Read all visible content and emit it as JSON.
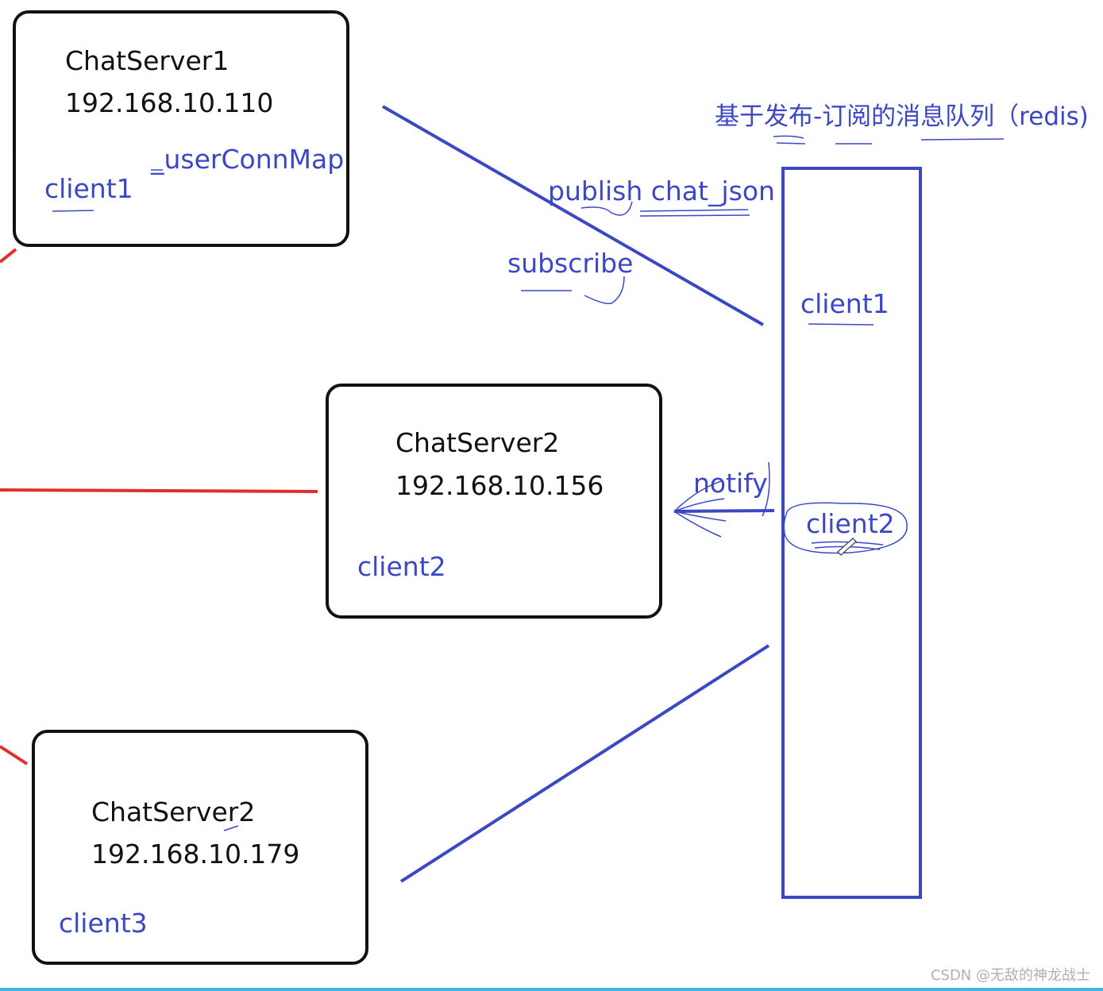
{
  "servers": [
    {
      "name": "ChatServer1",
      "ip": "192.168.10.110",
      "client": "client1",
      "map_label": "_userConnMap"
    },
    {
      "name": "ChatServer2",
      "ip": "192.168.10.156",
      "client": "client2"
    },
    {
      "name": "ChatServer2",
      "ip": "192.168.10.179",
      "client": "client3"
    }
  ],
  "queue": {
    "title": "基于发布-订阅的消息队列（redis)",
    "clients": [
      "client1",
      "client2"
    ]
  },
  "labels": {
    "publish": "publish chat_json",
    "subscribe": "subscribe",
    "notify": "notify"
  },
  "watermark": "CSDN @无敌的神龙战士",
  "colors": {
    "ink_blue": "#3b47c4",
    "red_line": "#e0302c",
    "box_border": "#111111"
  }
}
